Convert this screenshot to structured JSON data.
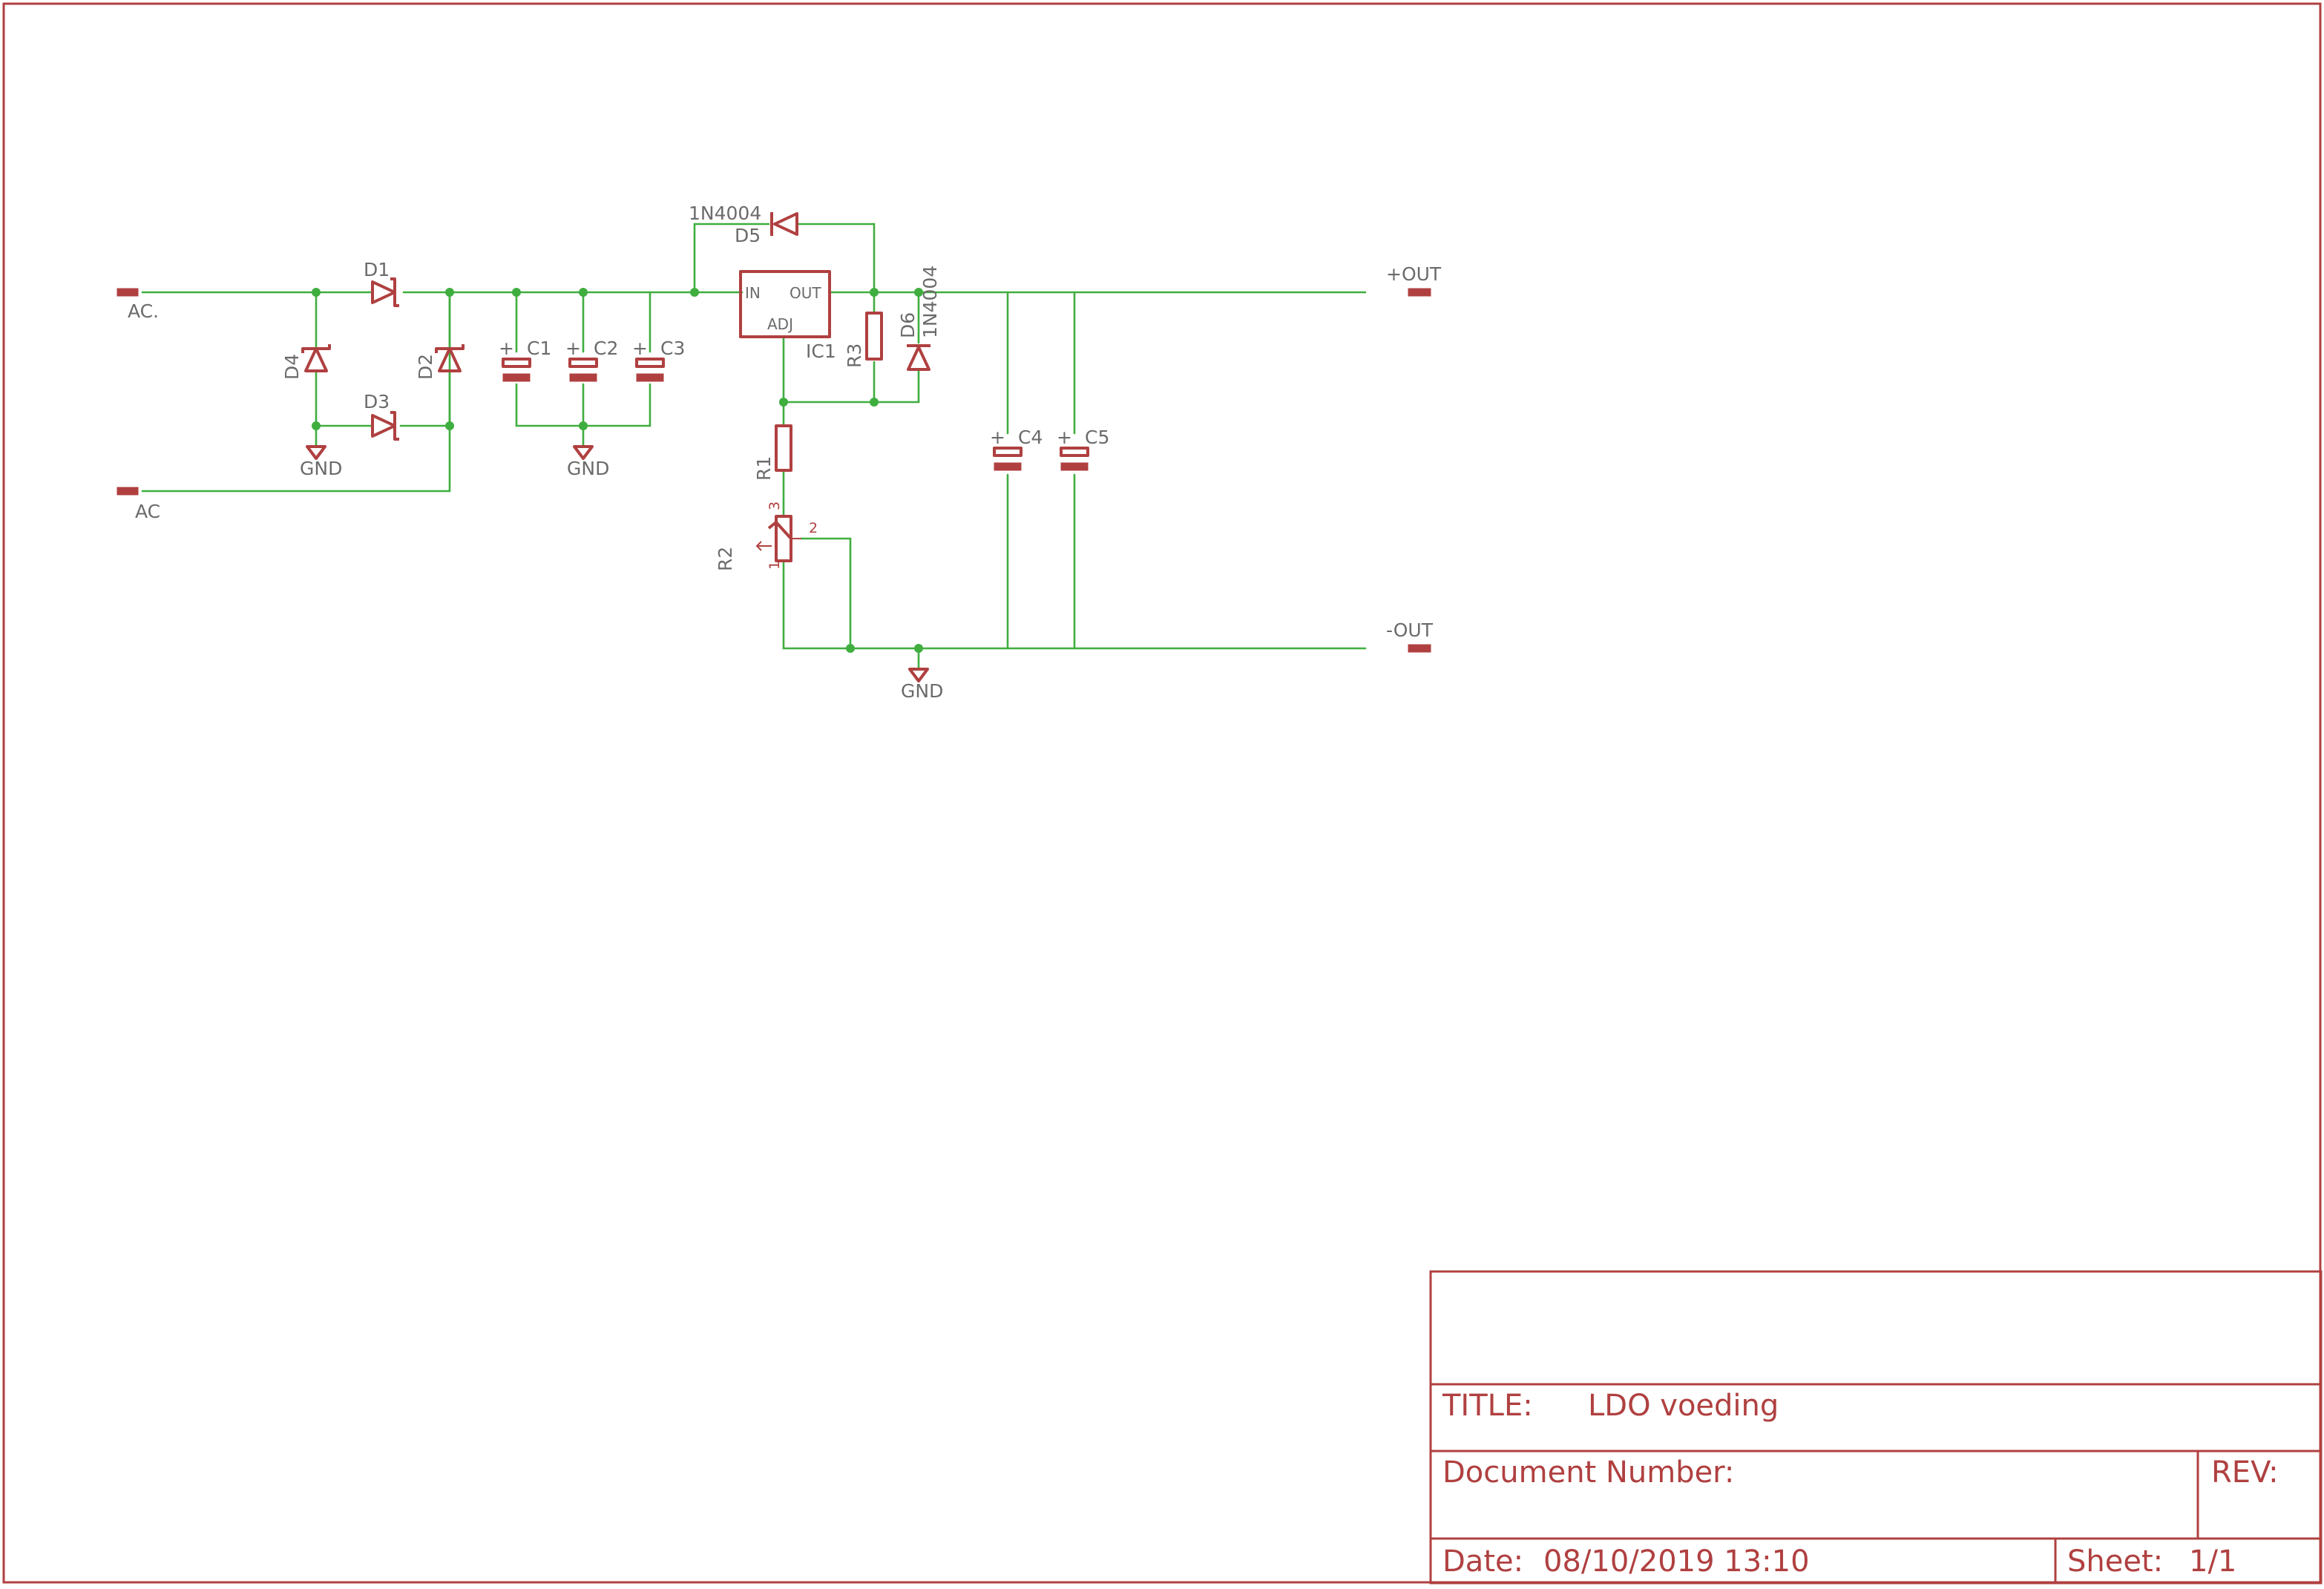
{
  "colors": {
    "wire": "#3fae3f",
    "component": "#b04040",
    "label": "#6b6b6b",
    "background": "#ffffff"
  },
  "connectors": {
    "ac_top": "AC.",
    "ac_bottom": "AC",
    "out_pos": "+OUT",
    "out_neg": "-OUT"
  },
  "diodes": {
    "d1": "D1",
    "d2": "D2",
    "d3": "D3",
    "d4": "D4",
    "d5": "D5",
    "d5_value": "1N4004",
    "d6": "D6",
    "d6_value": "1N4004"
  },
  "capacitors": {
    "c1": "C1",
    "c2": "C2",
    "c3": "C3",
    "c4": "C4",
    "c5": "C5",
    "plus": "+"
  },
  "regulator": {
    "name": "IC1",
    "pin_in": "IN",
    "pin_out": "OUT",
    "pin_adj": "ADJ"
  },
  "resistors": {
    "r1": "R1",
    "r2": "R2",
    "r3": "R3",
    "r2_pin1": "1",
    "r2_pin2": "2",
    "r2_pin3": "3"
  },
  "grounds": {
    "gnd1": "GND",
    "gnd2": "GND",
    "gnd3": "GND"
  },
  "title_block": {
    "title_label": "TITLE:",
    "title_value": "LDO voeding",
    "doc_label": "Document Number:",
    "rev_label": "REV:",
    "date_label": "Date:",
    "date_value": "08/10/2019 13:10",
    "sheet_label": "Sheet:",
    "sheet_value": "1/1"
  }
}
